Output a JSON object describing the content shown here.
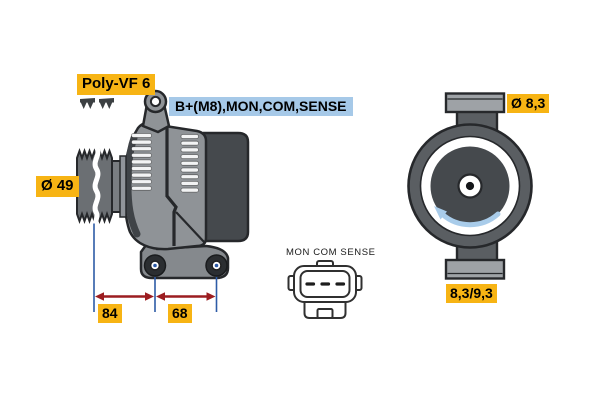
{
  "diagram": {
    "belt_type_label": "Poly-VF 6",
    "connections_label": "B+(M8),MON,COM,SENSE",
    "pulley_diameter_label": "Ø 49",
    "dimension_84": "84",
    "dimension_68": "68",
    "mount_hole_diameter_label": "Ø 8,3",
    "mount_hole_range_label": "8,3/9,3",
    "connector_caption": "MON COM SENSE"
  },
  "colors": {
    "label_yellow": "#F7B414",
    "label_blue": "#A6C9E8",
    "dimension_line_blue": "#2D5BA7",
    "dimension_arrow_red": "#9C1D20",
    "rotation_arrow_blue": "#A9CCEA",
    "body_gray": "#8F9397",
    "housing_dark_gray": "#45494D",
    "outline_dark": "#26282B"
  }
}
